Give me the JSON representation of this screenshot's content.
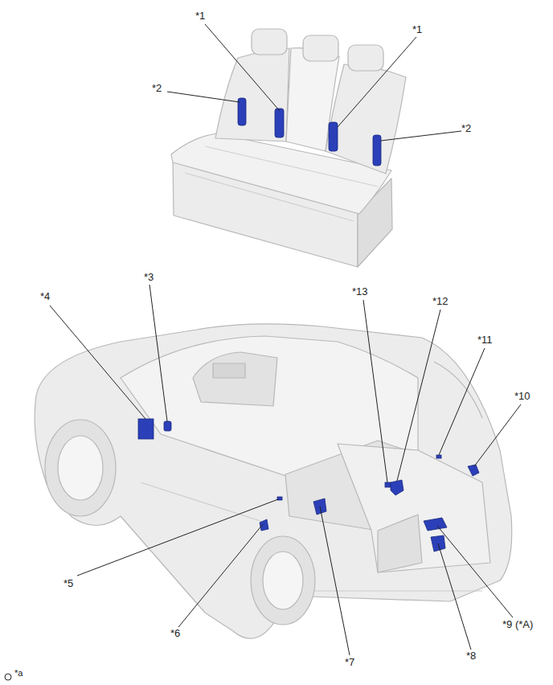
{
  "diagram": {
    "labels": [
      "*1",
      "*1",
      "*2",
      "*2",
      "*3",
      "*13",
      "*4",
      "*12",
      "*11",
      "*10",
      "*5",
      "*6",
      "*9 (*A)",
      "*8",
      "*7",
      "*a"
    ]
  }
}
